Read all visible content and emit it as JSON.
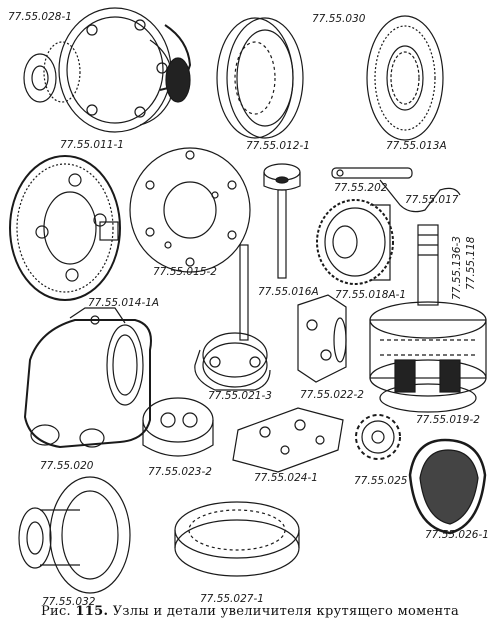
{
  "figure": {
    "caption_prefix": "Рис.",
    "caption_number": "115.",
    "caption_title": "Узлы и детали увеличителя крутящего момента"
  },
  "parts": [
    {
      "id": "p1",
      "label": "77.55.028-1"
    },
    {
      "id": "p2",
      "label": "77.55.011-1"
    },
    {
      "id": "p3",
      "label": "77.55.030"
    },
    {
      "id": "p4",
      "label": "77.55.012-1"
    },
    {
      "id": "p5",
      "label": "77.55.013А"
    },
    {
      "id": "p6",
      "label": "77.55.202"
    },
    {
      "id": "p7",
      "label": "77.55.017"
    },
    {
      "id": "p8",
      "label": "77.55.014-1А"
    },
    {
      "id": "p9",
      "label": "77.55.015-2"
    },
    {
      "id": "p10",
      "label": "77.55.016А"
    },
    {
      "id": "p11",
      "label": "77.55.018А-1"
    },
    {
      "id": "p12",
      "label": "77.55.136-3"
    },
    {
      "id": "p13",
      "label": "77.55.118"
    },
    {
      "id": "p14",
      "label": "77.55.021-3"
    },
    {
      "id": "p15",
      "label": "77.55.022-2"
    },
    {
      "id": "p16",
      "label": "77.55.019-2"
    },
    {
      "id": "p17",
      "label": "77.55.020"
    },
    {
      "id": "p18",
      "label": "77.55.023-2"
    },
    {
      "id": "p19",
      "label": "77.55.024-1"
    },
    {
      "id": "p20",
      "label": "77.55.025"
    },
    {
      "id": "p21",
      "label": "77.55.026-1"
    },
    {
      "id": "p22",
      "label": "77.55.032"
    },
    {
      "id": "p23",
      "label": "77.55.027-1"
    }
  ]
}
